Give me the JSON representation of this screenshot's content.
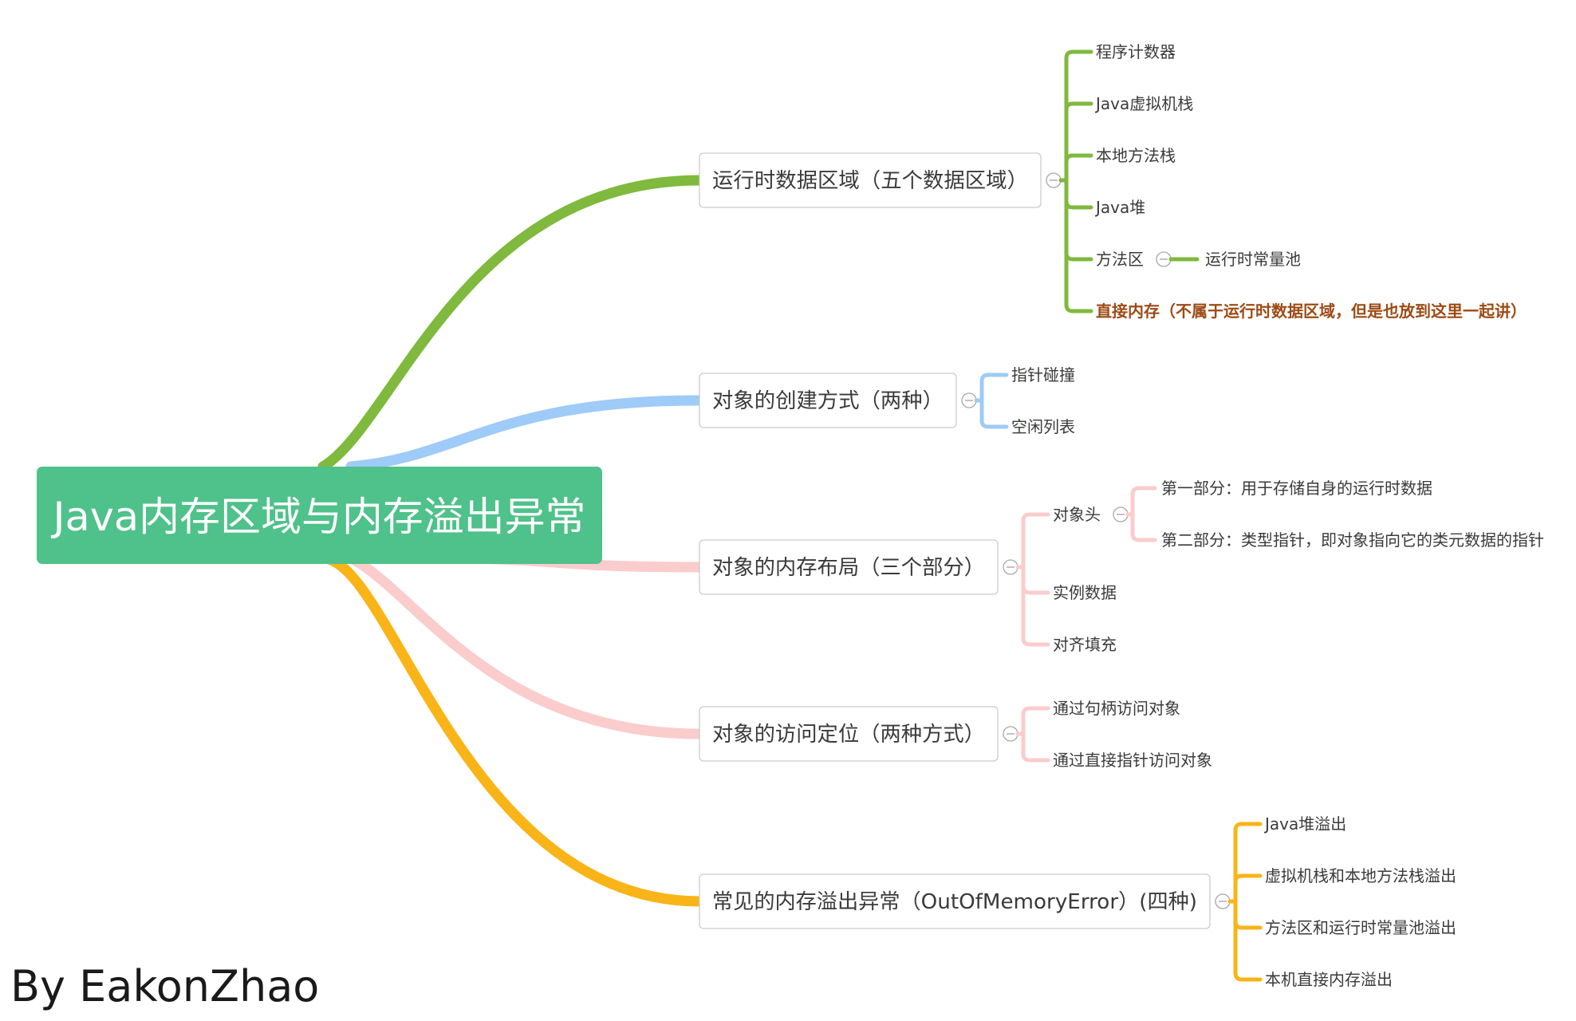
{
  "root": {
    "label": "Java内存区域与内存溢出异常",
    "color": "#4fc18a"
  },
  "branches": [
    {
      "label": "运行时数据区域（五个数据区域）",
      "color": "#7fb93d",
      "children": [
        {
          "label": "程序计数器"
        },
        {
          "label": "Java虚拟机栈"
        },
        {
          "label": "本地方法栈"
        },
        {
          "label": "Java堆"
        },
        {
          "label": "方法区",
          "children": [
            {
              "label": "运行时常量池"
            }
          ]
        },
        {
          "label": "直接内存（不属于运行时数据区域，但是也放到这里一起讲）",
          "emphasis": true,
          "text_color": "#9c4a14"
        }
      ]
    },
    {
      "label": "对象的创建方式（两种）",
      "color": "#9ecbf7",
      "children": [
        {
          "label": "指针碰撞"
        },
        {
          "label": "空闲列表"
        }
      ]
    },
    {
      "label": "对象的内存布局（三个部分）",
      "color": "#fbcccc",
      "children": [
        {
          "label": "对象头",
          "children": [
            {
              "label": "第一部分：用于存储自身的运行时数据"
            },
            {
              "label": "第二部分：类型指针，即对象指向它的类元数据的指针"
            }
          ]
        },
        {
          "label": "实例数据"
        },
        {
          "label": "对齐填充"
        }
      ]
    },
    {
      "label": "对象的访问定位（两种方式）",
      "color": "#fbcccc",
      "children": [
        {
          "label": "通过句柄访问对象"
        },
        {
          "label": "通过直接指针访问对象"
        }
      ]
    },
    {
      "label": "常见的内存溢出异常（OutOfMemoryError）(四种)",
      "color": "#f9b418",
      "children": [
        {
          "label": "Java堆溢出"
        },
        {
          "label": "虚拟机栈和本地方法栈溢出"
        },
        {
          "label": "方法区和运行时常量池溢出"
        },
        {
          "label": "本机直接内存溢出"
        }
      ]
    }
  ],
  "signature": "By EakonZhao",
  "icons": {
    "collapse": "collapse-minus-icon"
  }
}
